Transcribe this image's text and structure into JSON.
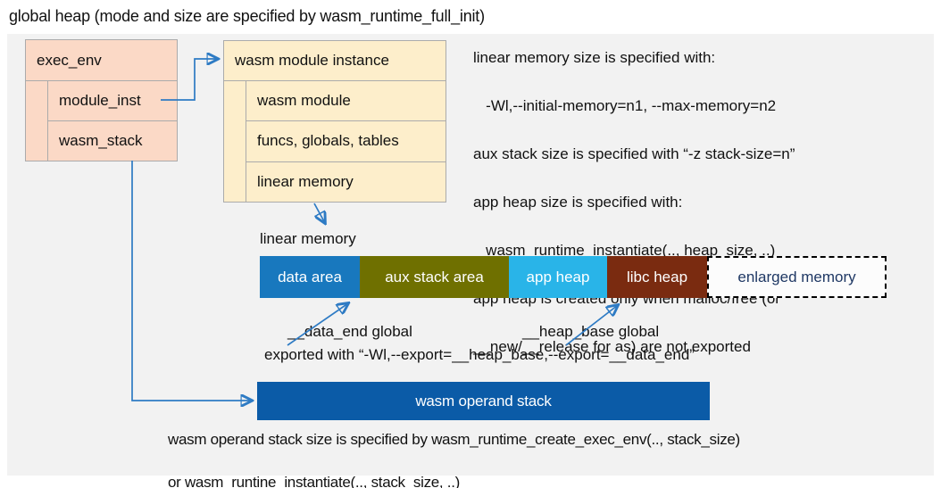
{
  "title": "global heap (mode and size are specified by wasm_runtime_full_init)",
  "colors": {
    "panel_bg": "#f2f2f2",
    "exec_env_fill": "#fbd9c6",
    "module_instance_fill": "#fdeecb",
    "connector_blue": "#2e7bc4",
    "data_area": "#1878be",
    "aux_stack_area": "#6f7000",
    "app_heap": "#29b4e8",
    "libc_heap": "#7a2b10",
    "enlarged_memory_bg": "#fcfcfc",
    "enlarged_memory_text": "#1f3864",
    "operand_stack": "#0b5ba7"
  },
  "exec_env": {
    "header": "exec_env",
    "rows": [
      "module_inst",
      "wasm_stack"
    ]
  },
  "module_instance": {
    "header": "wasm module instance",
    "rows": [
      "wasm module",
      "funcs, globals, tables",
      "linear memory"
    ]
  },
  "notes_right": {
    "line1": "linear memory size is specified with:",
    "line2": "   -Wl,--initial-memory=n1, --max-memory=n2",
    "line3": "aux stack size is specified with “-z stack-size=n”",
    "line4": "app heap size is specified with:",
    "line5": "   wasm_runtime_instantiate(.., heap_size, ..)",
    "line6": "app heap is created only when malloc/free (or",
    "line7": "__new/__release for as) are not exported"
  },
  "linear_memory": {
    "label": "linear memory",
    "segments": [
      {
        "label": "data area",
        "color": "#1878be"
      },
      {
        "label": "aux stack area",
        "color": "#6f7000"
      },
      {
        "label": "app heap",
        "color": "#29b4e8"
      },
      {
        "label": "libc heap",
        "color": "#7a2b10"
      },
      {
        "label": "enlarged memory",
        "color": "#fcfcfc"
      }
    ]
  },
  "annotations": {
    "data_end": "__data_end global",
    "heap_base": "__heap_base global",
    "exported": "exported with “-Wl,--export=__heap_base,--export=__data_end”"
  },
  "operand_stack": {
    "label": "wasm operand stack"
  },
  "notes_bottom": {
    "line1": "wasm operand stack size is specified by wasm_runtime_create_exec_env(.., stack_size)",
    "line2": "or wasm_runtine_instantiate(.., stack_size, ..)"
  }
}
